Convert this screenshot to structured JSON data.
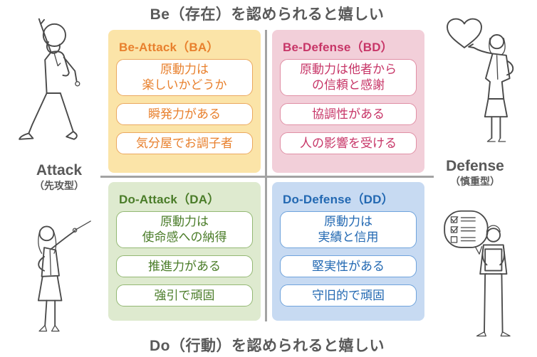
{
  "titles": {
    "top": "Be（存在）を認められると嬉しい",
    "bottom": "Do（行動）を認められると嬉しい"
  },
  "axes": {
    "left": {
      "label": "Attack",
      "sub": "（先攻型）"
    },
    "right": {
      "label": "Defense",
      "sub": "（慎重型）"
    }
  },
  "quadrants": [
    {
      "id": "BA",
      "title": "Be-Attack（BA）",
      "items": [
        "原動力は\n楽しいかどうか",
        "瞬発力がある",
        "気分屋でお調子者"
      ],
      "colors": {
        "bg": "#FBE4A8",
        "accent": "#E8802D",
        "item_border": "#EBA85F"
      }
    },
    {
      "id": "BD",
      "title": "Be-Defense（BD）",
      "items": [
        "原動力は他者から\nの信頼と感謝",
        "協調性がある",
        "人の影響を受ける"
      ],
      "colors": {
        "bg": "#F2CFD9",
        "accent": "#C73567",
        "item_border": "#E08FA5"
      }
    },
    {
      "id": "DA",
      "title": "Do-Attack（DA）",
      "items": [
        "原動力は\n使命感への納得",
        "推進力がある",
        "強引で頑固"
      ],
      "colors": {
        "bg": "#DEEACF",
        "accent": "#4A7C28",
        "item_border": "#93B873"
      }
    },
    {
      "id": "DD",
      "title": "Do-Defense（DD）",
      "items": [
        "原動力は\n実績と信用",
        "堅実性がある",
        "守旧的で頑固"
      ],
      "colors": {
        "bg": "#C7DAF2",
        "accent": "#2268B2",
        "item_border": "#6FA3DC"
      }
    }
  ],
  "illustrations": {
    "top_left": "dancing-man",
    "top_right": "woman-presenting-heart",
    "bottom_left": "woman-pointing",
    "bottom_right": "man-with-checklist"
  },
  "colors": {
    "title_text": "#595959",
    "divider": "#A3A3A3"
  }
}
